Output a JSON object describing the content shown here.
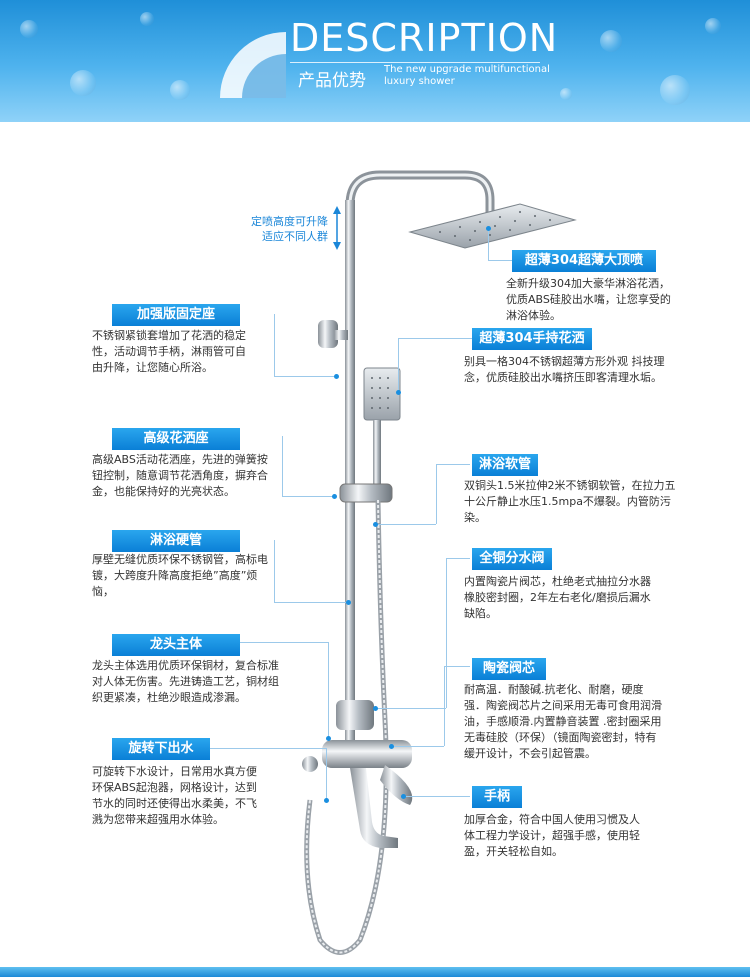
{
  "banner": {
    "title": "DESCRIPTION",
    "subtitle_cn": "产品优势",
    "subtitle_en": "The new upgrade multifunctional luxury shower"
  },
  "height_note": [
    "定喷高度可升降",
    "适应不同人群"
  ],
  "features": [
    {
      "title": "超薄304超薄大顶喷",
      "text": "全新升级304加大豪华淋浴花洒，优质ABS硅胶出水嘴，让您享受的淋浴体验。"
    },
    {
      "title": "加强版固定座",
      "text": "不锈钢紧锁套增加了花洒的稳定性，活动调节手柄，淋雨管可自由升降，让您随心所浴。"
    },
    {
      "title": "超薄304手持花洒",
      "text": "别具一格304不锈钢超薄方形外观 抖技理念，优质硅胶出水嘴挤压即客清理水垢。"
    },
    {
      "title": "高级花洒座",
      "text": "高级ABS活动花洒座，先进的弹簧按钮控制，随意调节花洒角度，摒弃合金，也能保持好的光亮状态。"
    },
    {
      "title": "淋浴软管",
      "text": "双铜头1.5米拉伸2米不锈钢软管，在拉力五十公斤静止水压1.5mpa不爆裂。内管防污染。"
    },
    {
      "title": "淋浴硬管",
      "text": "厚壁无缝优质环保不锈钢管，高标电镀，大跨度升降高度拒绝”高度”烦恼，"
    },
    {
      "title": "全铜分水阀",
      "text": "内置陶瓷片阀芯，杜绝老式抽拉分水器橡胶密封圈，2年左右老化/磨损后漏水缺陷。"
    },
    {
      "title": "龙头主体",
      "text": "龙头主体选用优质环保铜材，复合标准对人体无伤害。先进铸造工艺，铜材组织更紧凑，杜绝沙眼造成渗漏。"
    },
    {
      "title": "陶瓷阀芯",
      "text": "耐高温．耐酸碱.抗老化、耐磨，硬度强．陶瓷阀芯片之间采用无毒可食用润滑油，手感顺滑.内置静音装置 .密封圈采用无毒硅胶（环保）（镜面陶瓷密封，特有缓开设计，不会引起管震。"
    },
    {
      "title": "旋转下出水",
      "text": "可旋转下水设计，日常用水真方便环保ABS起泡器，网格设计，达到节水的同时还使得出水柔美，不飞溅为您带来超强用水体验。"
    },
    {
      "title": "手柄",
      "text": "加厚合金，符合中国人使用习惯及人体工程力学设计，超强手感，使用轻盈，开关轻松自如。"
    }
  ]
}
